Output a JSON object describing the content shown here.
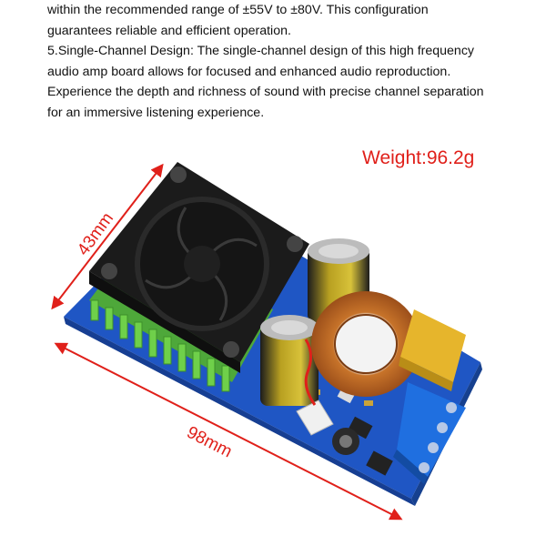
{
  "description_lines": [
    "within the recommended range of ±55V to ±80V. This configuration",
    "guarantees reliable and efficient operation.",
    "5.Single-Channel Design: The single-channel design of this high frequency",
    "audio amp board allows for focused and enhanced audio reproduction.",
    "Experience the depth and richness of sound with precise channel separation",
    "for an immersive listening experience."
  ],
  "weight_label": "Weight:96.2g",
  "dimensions": {
    "height_label": "43mm",
    "length_label": "98mm"
  },
  "colors": {
    "annotation": "#e0201a",
    "pcb": "#1f56c4",
    "heatsink": "#6fd04a",
    "fan": "#1b1b1b",
    "terminal": "#1f6fe0",
    "capacitor": "#b8a021",
    "toroid": "#c8742a"
  }
}
